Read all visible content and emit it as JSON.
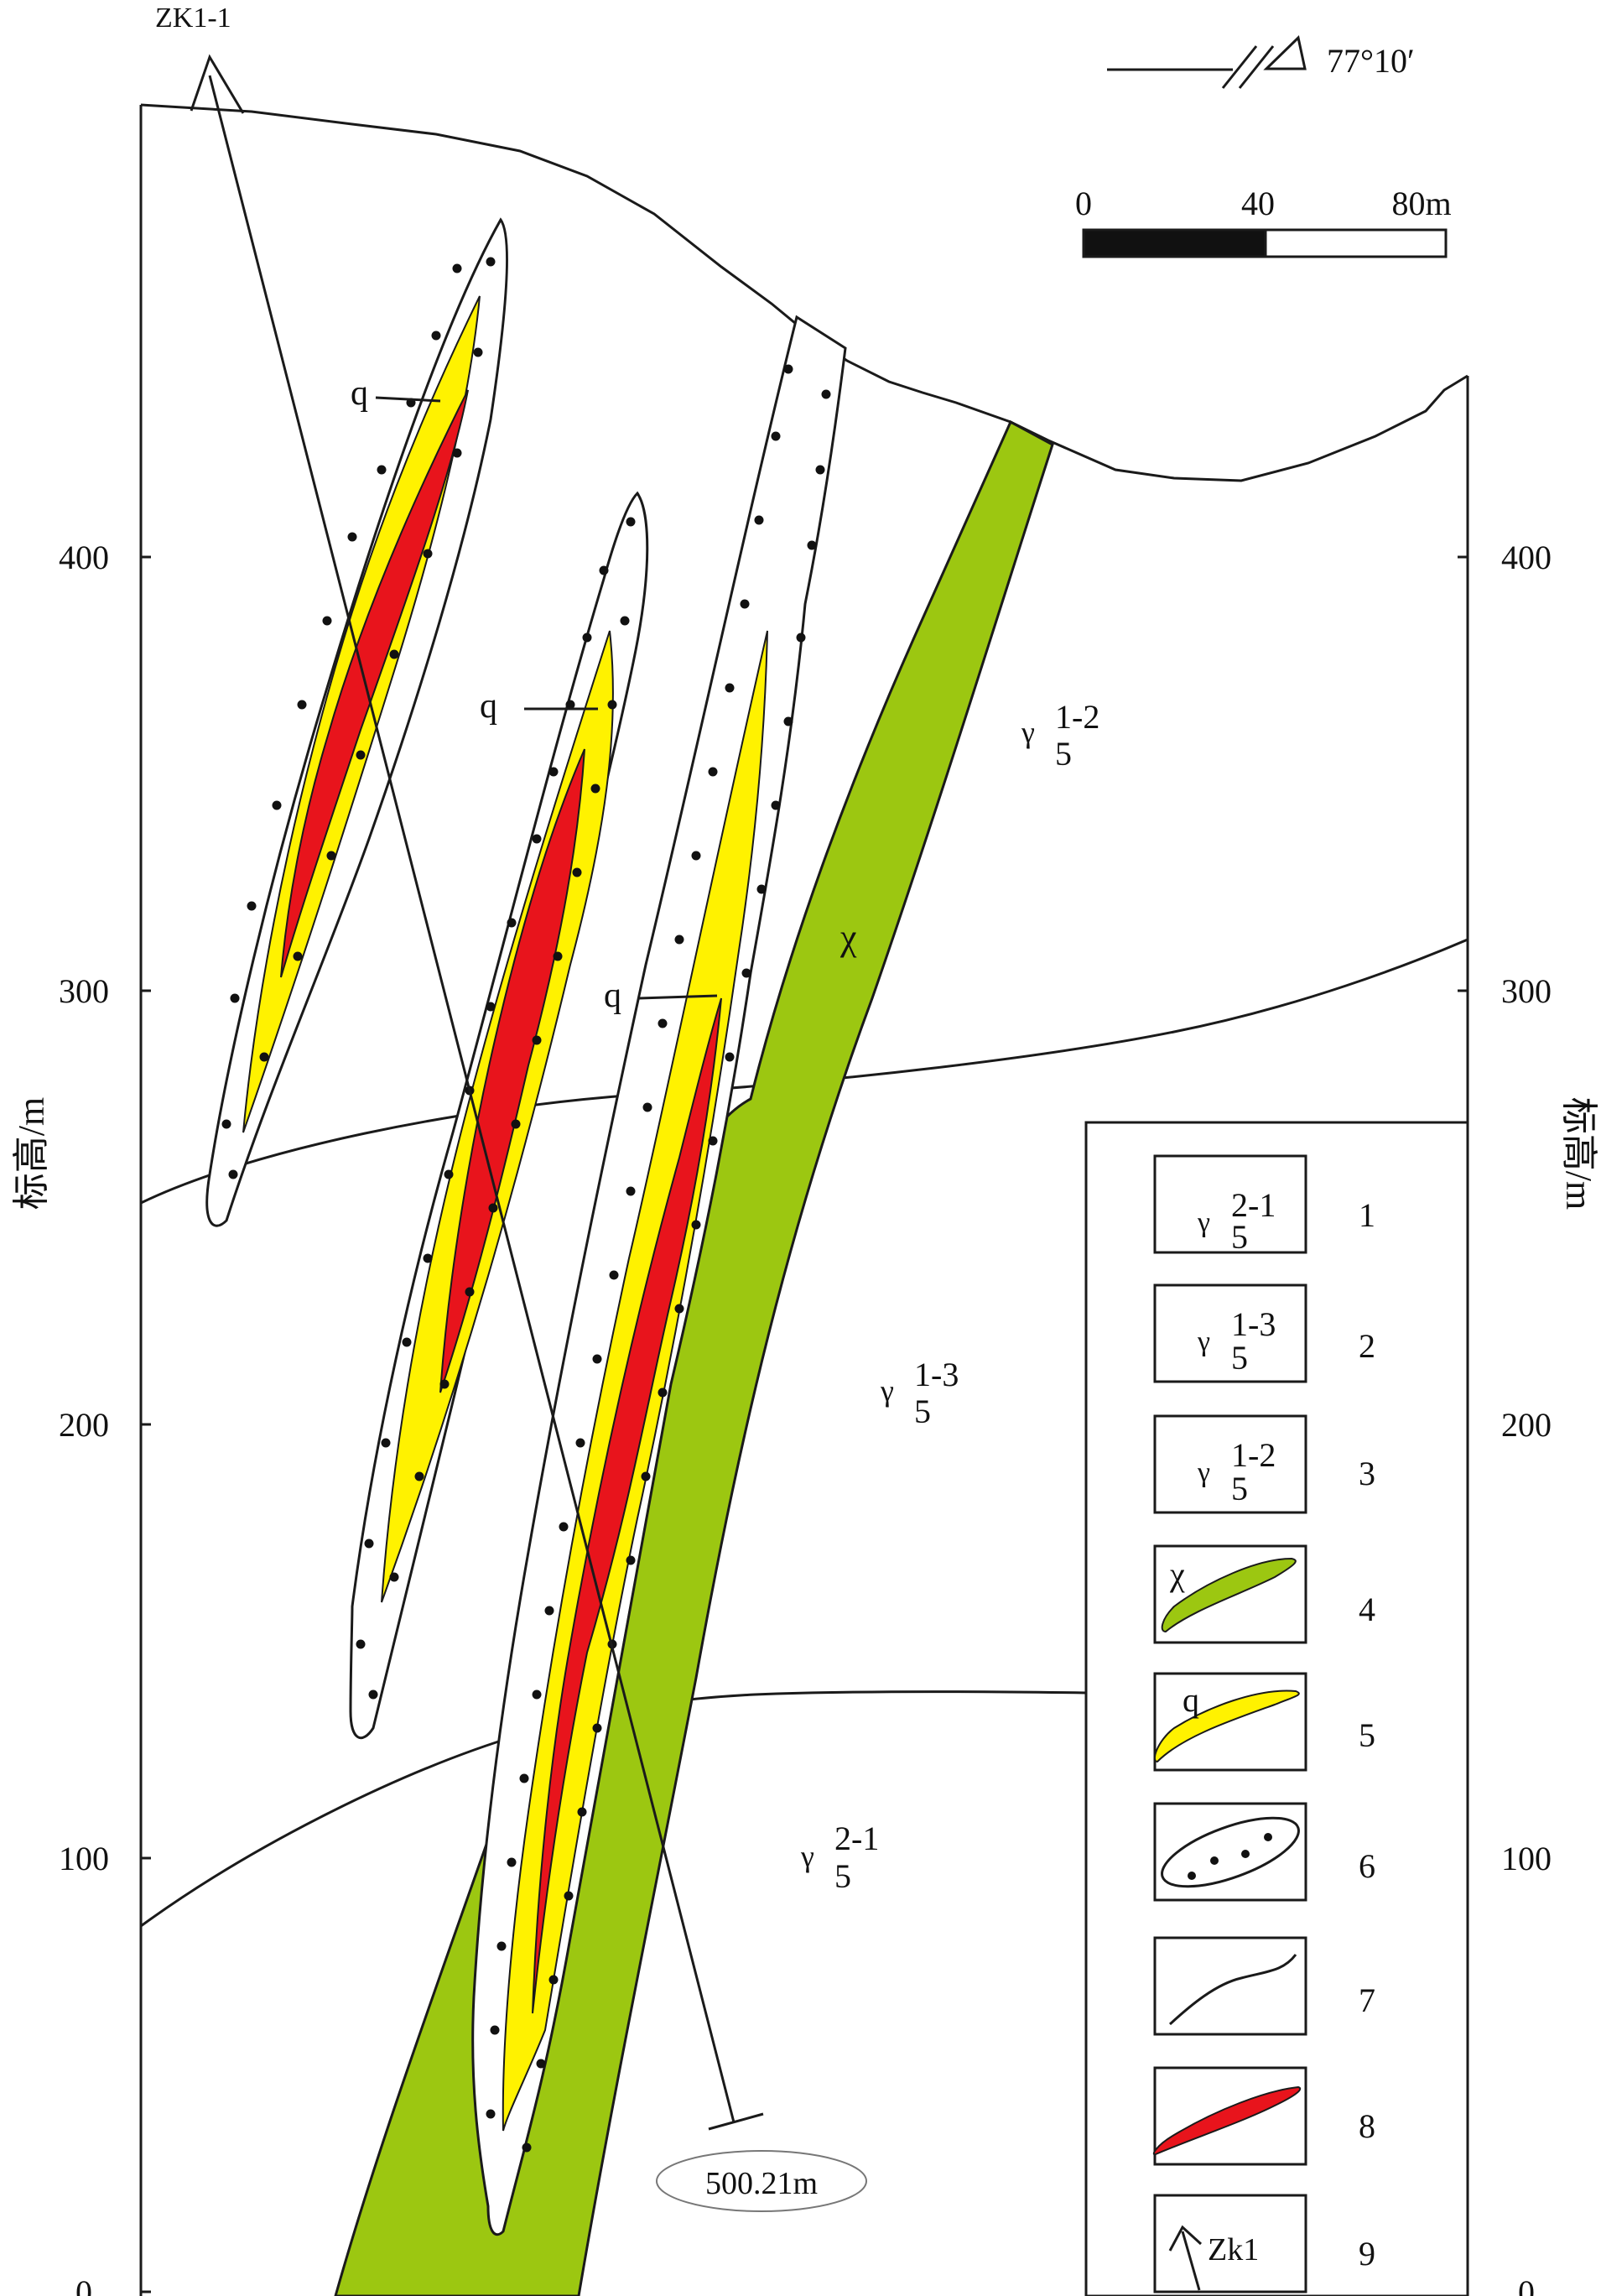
{
  "drill_hole": {
    "label": "ZK1-1",
    "depth": "500.21m"
  },
  "orientation": {
    "azimuth": "77°10′"
  },
  "scale_bar": {
    "labels": [
      "0",
      "40",
      "80m"
    ]
  },
  "axis": {
    "left_title": "标高/m",
    "right_title": "标高/m",
    "ticks": [
      "0",
      "100",
      "200",
      "300",
      "400"
    ]
  },
  "map_labels": {
    "q1": "q",
    "q2": "q",
    "q3": "q",
    "chi": "χ",
    "unit_12": {
      "sym": "γ",
      "sub": "5",
      "sup": "1-2"
    },
    "unit_13": {
      "sym": "γ",
      "sub": "5",
      "sup": "1-3"
    },
    "unit_21": {
      "sym": "γ",
      "sub": "5",
      "sup": "2-1"
    }
  },
  "legend": {
    "items": [
      {
        "num": "1",
        "sym": "γ",
        "sub": "5",
        "sup": "2-1"
      },
      {
        "num": "2",
        "sym": "γ",
        "sub": "5",
        "sup": "1-3"
      },
      {
        "num": "3",
        "sym": "γ",
        "sub": "5",
        "sup": "1-2"
      },
      {
        "num": "4",
        "label": "χ"
      },
      {
        "num": "5",
        "label": "q"
      },
      {
        "num": "6"
      },
      {
        "num": "7"
      },
      {
        "num": "8"
      },
      {
        "num": "9",
        "label": "Zk1"
      }
    ]
  },
  "colors": {
    "ore_body": "#e8141c",
    "quartz_vein": "#fff200",
    "lamprophyre_dike": "#9cc711",
    "line": "#1a1a1a"
  }
}
